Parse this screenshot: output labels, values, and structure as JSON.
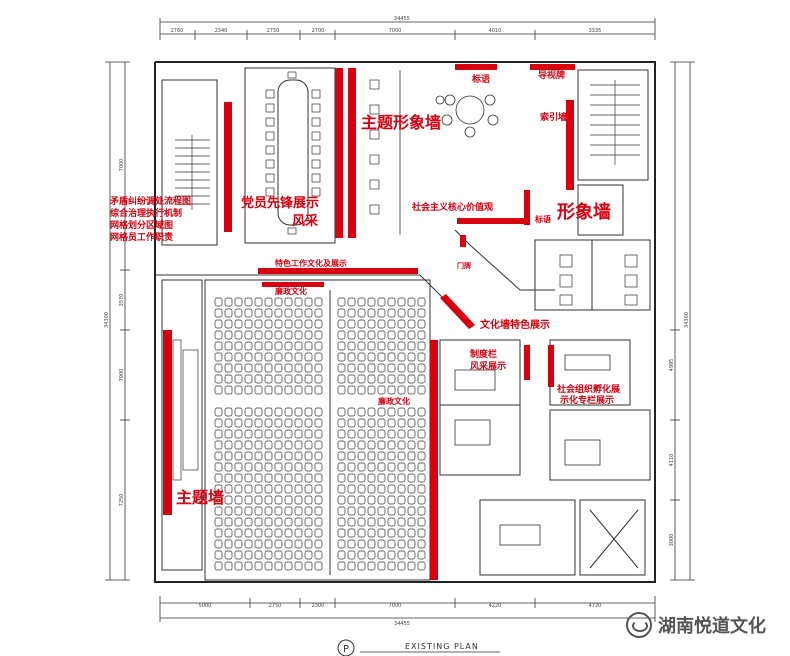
{
  "dimensions": {
    "top_total": "34455",
    "top": [
      "2760",
      "2340",
      "2750",
      "2700",
      "7000",
      "4010",
      "3335"
    ],
    "bottom_total": "34455",
    "bottom": [
      "5000",
      "2750",
      "2300",
      "7000",
      "4220",
      "4720"
    ],
    "left_total": "34300",
    "left": [
      "7000",
      "3570",
      "7900",
      "7250"
    ],
    "right_total": "34300",
    "right": [
      "4995",
      "4110",
      "3000"
    ]
  },
  "annotations": {
    "wall_left": [
      "矛盾纠纷调处流程图",
      "综合治理执行机制",
      "网格划分区域图",
      "网格员工作职责"
    ],
    "party_member": "党员先锋展示",
    "party_member_2": "风采",
    "theme_image_wall": "主题形象墙",
    "slogan": "标语",
    "guide": "导视牌",
    "index": "索引墙",
    "core_values": "社会主义核心价值观",
    "slogan_2": "标语",
    "image_wall": "形象墙",
    "feature_work": "特色工作文化及展示",
    "integrity_culture": "廉政文化",
    "door_plate": "门牌",
    "culture_corridor": "文化墙特色展示",
    "system_display": "制度栏",
    "system_display_2": "风采展示",
    "social_org": "社会组织孵化展",
    "social_org_2": "示化专栏展示",
    "theme_wall": "主题墙",
    "clean_culture": "廉政文化"
  },
  "plan_title": "EXISTING PLAN",
  "plan_marker": "P",
  "watermark": "湖南悦道文化",
  "colors": {
    "accent": "#d8000f",
    "line": "#222222"
  }
}
